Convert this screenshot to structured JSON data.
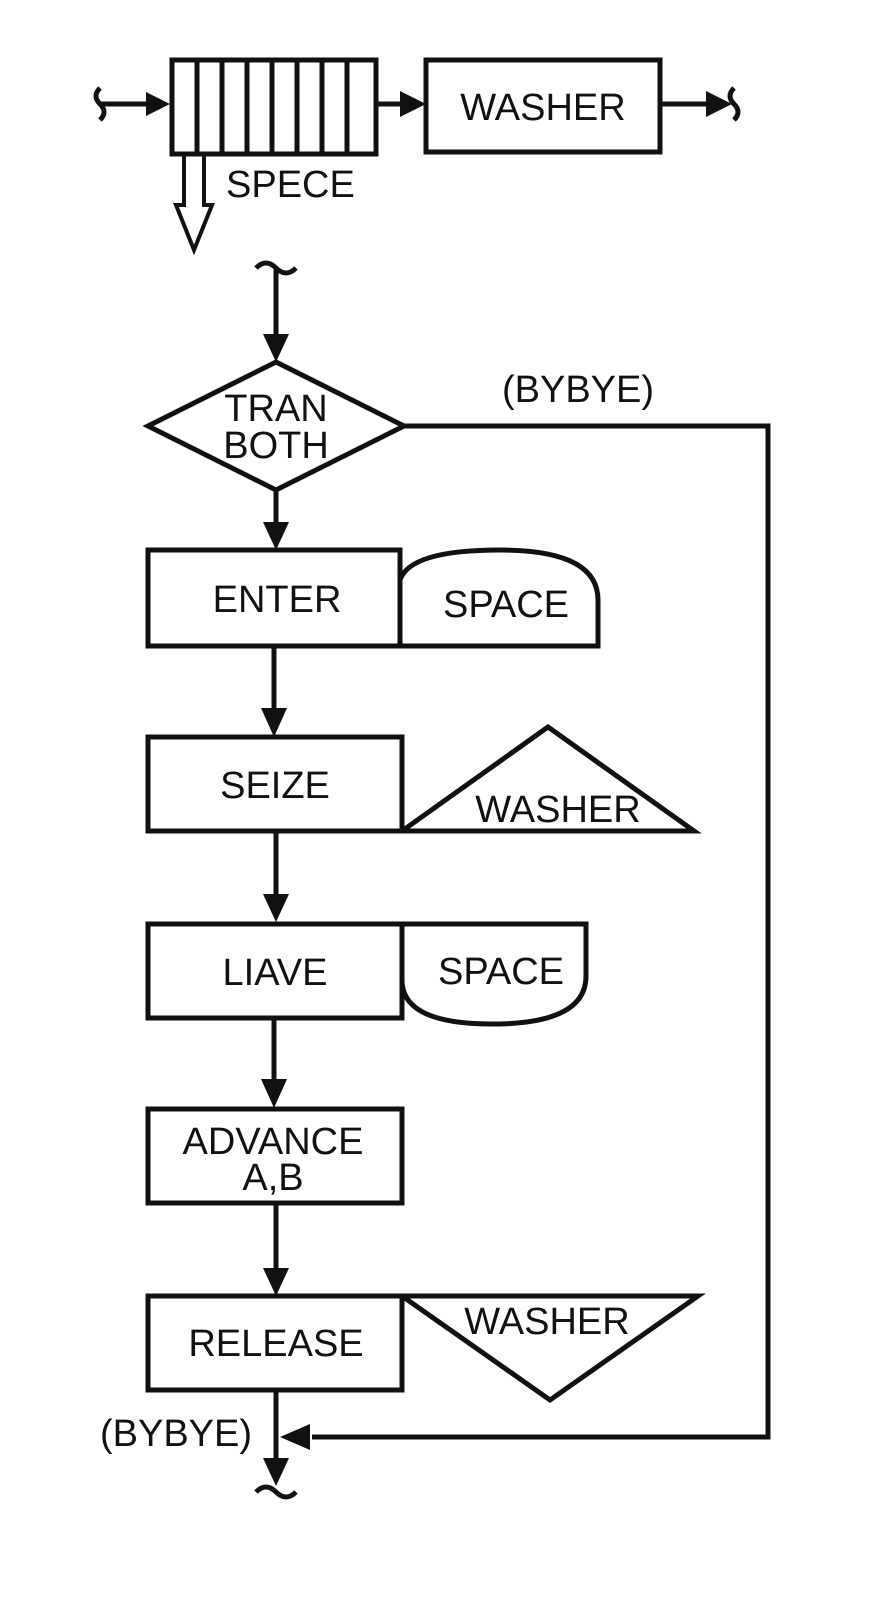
{
  "top_model": {
    "queue_label": "SPECE",
    "facility_label": "WASHER"
  },
  "flowchart": {
    "transfer": {
      "line1": "TRAN",
      "line2": "BOTH"
    },
    "transfer_branch_label": "(BYBYE)",
    "enter_block": {
      "label": "ENTER",
      "storage": "SPACE"
    },
    "seize_block": {
      "label": "SEIZE",
      "facility": "WASHER"
    },
    "leave_block": {
      "label": "LIAVE",
      "storage": "SPACE"
    },
    "advance_block": {
      "line1": "ADVANCE",
      "line2": "A,B"
    },
    "release_block": {
      "label": "RELEASE",
      "facility": "WASHER"
    },
    "exit_label": "(BYBYE)"
  }
}
